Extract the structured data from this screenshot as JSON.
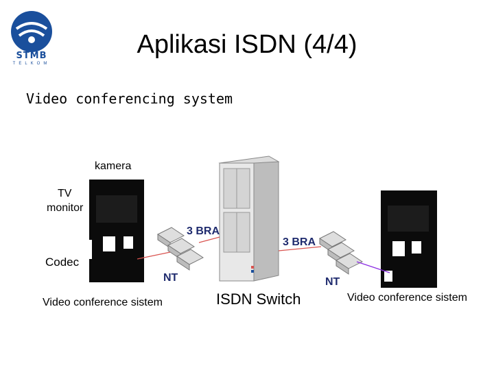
{
  "logo": {
    "name": "STMB",
    "tagline": "TELKOM"
  },
  "slide": {
    "title": "Aplikasi ISDN (4/4)",
    "subtitle": "Video conferencing system"
  },
  "diagram": {
    "camera_label": "kamera",
    "tv_label_line1": "TV",
    "tv_label_line2": "monitor",
    "codec_label": "Codec",
    "bra_left": "3 BRA",
    "bra_right": "3 BRA",
    "nt_left": "NT",
    "nt_right": "NT",
    "switch_label": "ISDN Switch",
    "system_left": "Video conference sistem",
    "system_right": "Video conference sistem"
  },
  "colors": {
    "bra_text": "#1f2b6e",
    "link_left": "#d9534f",
    "link_right": "#8a2be2",
    "logo_blue": "#1a4f9c"
  }
}
